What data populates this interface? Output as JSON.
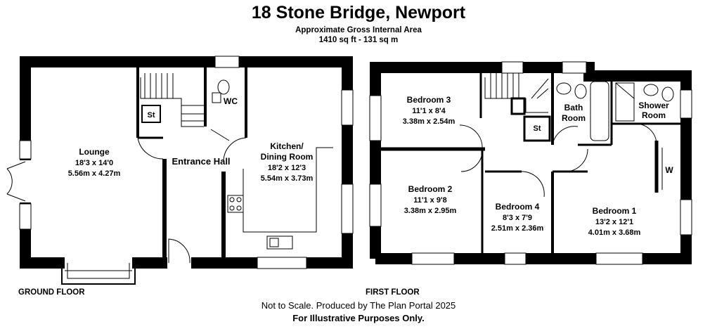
{
  "header": {
    "title": "18 Stone Bridge, Newport",
    "subtitle": "Approximate Gross Internal Area",
    "area": "1410 sq ft - 131 sq m"
  },
  "floors": {
    "ground": {
      "label": "GROUND FLOOR",
      "rooms": {
        "lounge": {
          "name": "Lounge",
          "imperial": "18'3 x 14'0",
          "metric": "5.56m x 4.27m"
        },
        "entrance_hall": {
          "name": "Entrance Hall"
        },
        "kitchen": {
          "name_line1": "Kitchen/",
          "name_line2": "Dining Room",
          "imperial": "18'2 x 12'3",
          "metric": "5.54m x 3.73m"
        },
        "wc": {
          "name": "WC"
        },
        "store": {
          "name": "St"
        }
      }
    },
    "first": {
      "label": "FIRST FLOOR",
      "rooms": {
        "bedroom3": {
          "name": "Bedroom 3",
          "imperial": "11'1 x 8'4",
          "metric": "3.38m x 2.54m"
        },
        "bedroom2": {
          "name": "Bedroom 2",
          "imperial": "11'1 x 9'8",
          "metric": "3.38m x 2.95m"
        },
        "bedroom4": {
          "name": "Bedroom 4",
          "imperial": "8'3 x 7'9",
          "metric": "2.51m x 2.36m"
        },
        "bedroom1": {
          "name": "Bedroom 1",
          "imperial": "13'2 x 12'1",
          "metric": "4.01m x 3.68m"
        },
        "bathroom": {
          "name_line1": "Bath",
          "name_line2": "Room"
        },
        "shower": {
          "name_line1": "Shower",
          "name_line2": "Room"
        },
        "store": {
          "name": "St"
        },
        "wardrobe": {
          "name": "W"
        }
      }
    }
  },
  "footer": {
    "note": "Not to Scale. Produced by The Plan Portal 2025",
    "disclaimer": "For Illustrative Purposes Only."
  }
}
